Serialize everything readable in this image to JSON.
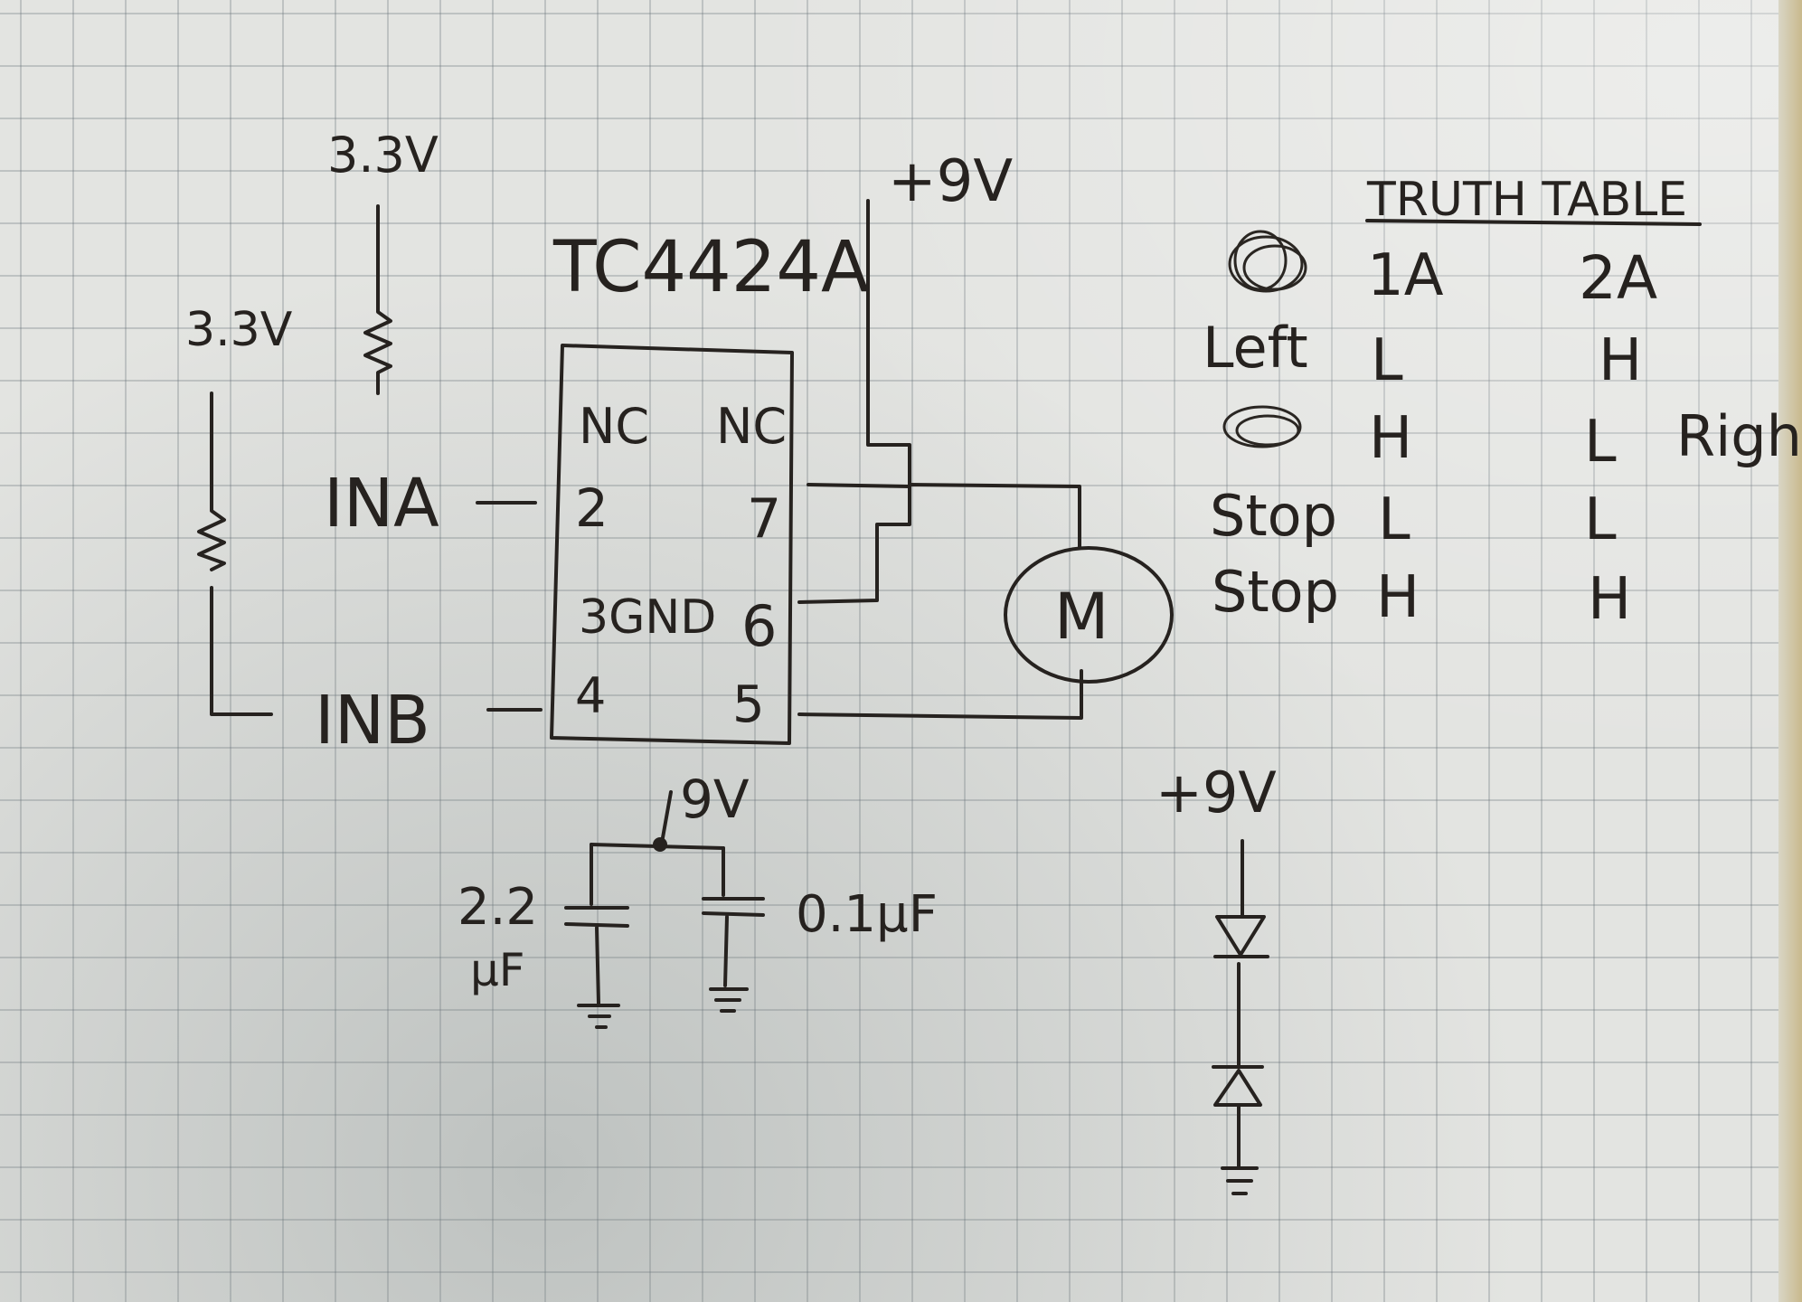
{
  "schematic": {
    "ic_label": "TC4424A",
    "ic_pins": {
      "nc_left": "NC",
      "nc_right": "NC",
      "pin2": "2",
      "pin7": "7",
      "pin3": "3GND",
      "pin6": "6",
      "pin4": "4",
      "pin5": "5"
    },
    "pullup_a_voltage": "3.3V",
    "pullup_b_voltage": "3.3V",
    "input_a_label": "INA",
    "input_b_label": "INB",
    "supply_top_label": "+9V",
    "supply_cap_label": "9V",
    "motor_label": "M",
    "cap1_value_line1": "2.2",
    "cap1_value_line2": "μF",
    "cap2_value": "0.1μF",
    "diode_supply_label": "+9V"
  },
  "truth_table": {
    "title": "TRUTH TABLE",
    "headers": [
      "",
      "1A",
      "2A"
    ],
    "rows": [
      {
        "state": "Left",
        "a": "L",
        "b": "H",
        "note": ""
      },
      {
        "state": "",
        "a": "H",
        "b": "L",
        "note": "Right"
      },
      {
        "state": "Stop",
        "a": "L",
        "b": "L",
        "note": ""
      },
      {
        "state": "Stop",
        "a": "H",
        "b": "H",
        "note": ""
      }
    ]
  },
  "colors": {
    "ink": "#26221f",
    "grid": "#5f6973",
    "paper": "#e3e4e1"
  }
}
